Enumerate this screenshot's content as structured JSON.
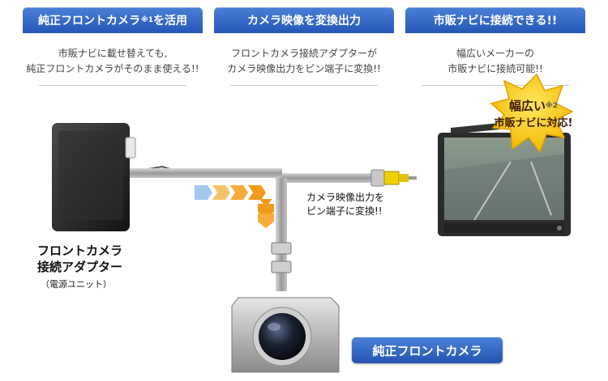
{
  "features": [
    {
      "title": "純正フロントカメラ",
      "title_sup": "※1",
      "title_suffix": "を活用",
      "desc_line1": "市販ナビに載せ替えても,",
      "desc_line2": "純正フロントカメラがそのまま使える!!"
    },
    {
      "title": "カメラ映像を変換出力",
      "desc_line1": "フロントカメラ接続アダプターが",
      "desc_line2": "カメラ映像出力をピン端子に変換!!"
    },
    {
      "title": "市販ナビに接続できる!!",
      "desc_line1": "幅広いメーカーの",
      "desc_line2": "市販ナビに接続可能!!"
    }
  ],
  "diagram": {
    "adapter_label_line1": "フロントカメラ",
    "adapter_label_line2": "接続アダプター",
    "adapter_sublabel": "（電源ユニット）",
    "conversion_label_line1": "カメラ映像出力を",
    "conversion_label_line2": "ピン端子に変換!!",
    "badge_line1": "幅広い",
    "badge_sup": "※2",
    "badge_line2": "市販ナビに対応!",
    "camera_tag": "純正フロントカメラ"
  },
  "colors": {
    "accent_blue": "#2a5fc4",
    "badge_yellow": "#f5c400",
    "arrow_orange": "#f39a1c"
  }
}
